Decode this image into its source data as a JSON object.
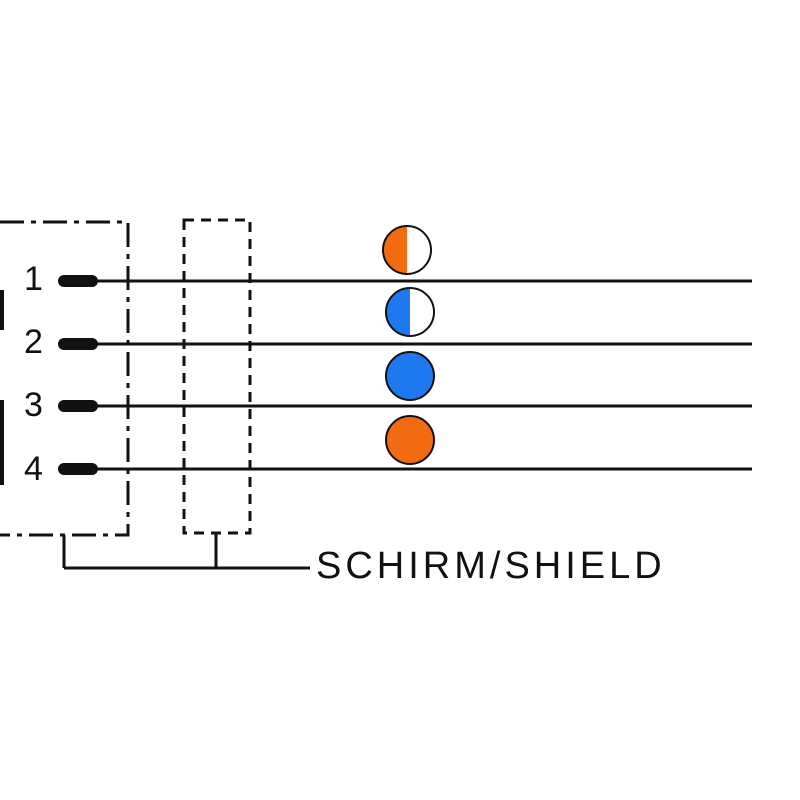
{
  "pins": [
    {
      "number": "1",
      "wire_color_a": "#f26b10",
      "wire_color_b": "#ffffff",
      "wire_label": "orange-white"
    },
    {
      "number": "2",
      "wire_color_a": "#1e78f0",
      "wire_color_b": "#ffffff",
      "wire_label": "blue-white"
    },
    {
      "number": "3",
      "wire_color_a": "#1e78f0",
      "wire_color_b": "#1e78f0",
      "wire_label": "blue"
    },
    {
      "number": "4",
      "wire_color_a": "#f26b10",
      "wire_color_b": "#f26b10",
      "wire_label": "orange"
    }
  ],
  "shield": {
    "label": "SCHIRM/SHIELD"
  },
  "colors": {
    "line": "#111111",
    "orange": "#f26b10",
    "blue": "#1e78f0",
    "background": "#ffffff"
  }
}
